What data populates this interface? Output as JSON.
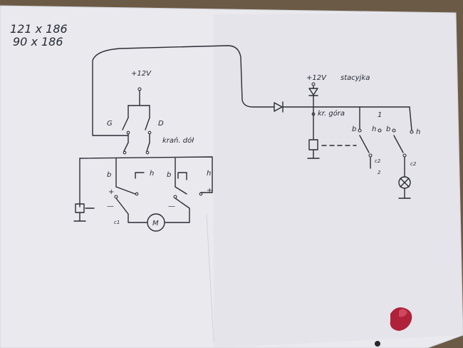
{
  "notes": {
    "line1": "121 x 186",
    "line2": "90 x 186"
  },
  "left_circuit": {
    "supply": "+12V",
    "switch_g": "G",
    "switch_d": "D",
    "limit_switch_label": "krań. dół",
    "contact_left_b": "b",
    "contact_left_h": "h",
    "contact_right_b": "b",
    "contact_right_h": "h",
    "plus_left": "+",
    "minus_left": "—",
    "minus_mid": "—",
    "plus_right": "+",
    "relay_tag": "c1",
    "motor": "M"
  },
  "right_circuit": {
    "supply": "+12V",
    "supply_note": "stacyjka",
    "upper_limit": "kr. góra",
    "contact_b1": "b",
    "contact_h1": "h",
    "contact_b2": "b",
    "contact_h2": "h",
    "number_1": "1",
    "number_2": "2",
    "c2_a": "c2",
    "c2_b": "c2"
  },
  "colors": {
    "paper": "#e9e9ee",
    "ink": "#2b2b33",
    "table": "#6b5a45",
    "stain": "#b0213a"
  }
}
